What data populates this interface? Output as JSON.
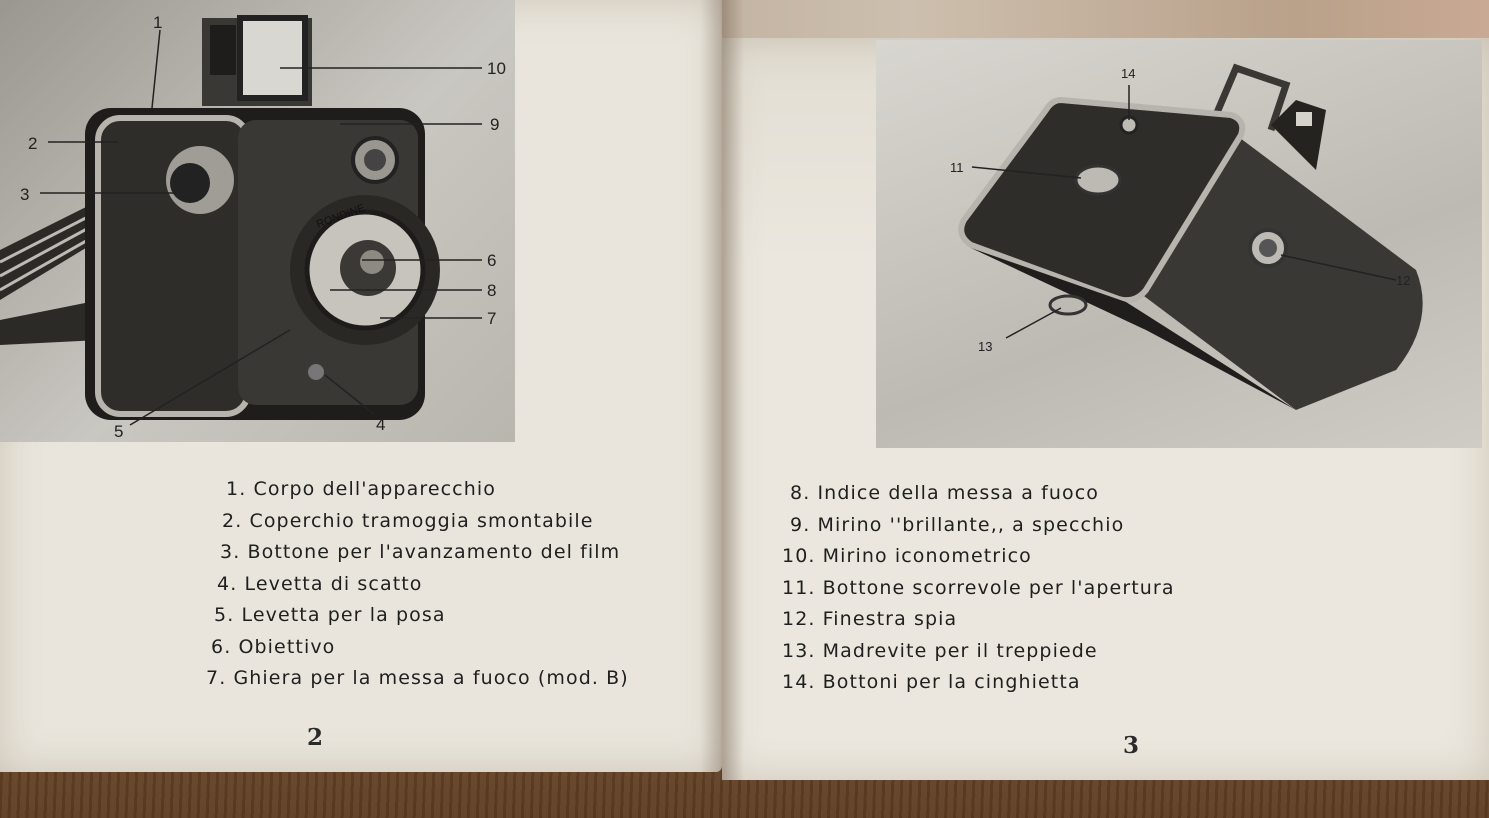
{
  "left_page": {
    "figure_callouts": [
      "1",
      "2",
      "3",
      "10",
      "9",
      "6",
      "8",
      "7",
      "5",
      "4"
    ],
    "lens_brand": "RONDINE",
    "legend": [
      "1. Corpo dell'apparecchio",
      "2. Coperchio tramoggia smontabile",
      "3. Bottone per l'avanzamento del film",
      "4. Levetta di scatto",
      "5. Levetta per la posa",
      "6. Obiettivo",
      "7. Ghiera per la messa a fuoco (mod. B)"
    ],
    "page_number": "2"
  },
  "right_page": {
    "figure_callouts": [
      "14",
      "11",
      "12",
      "13"
    ],
    "legend": [
      "8. Indice della messa a fuoco",
      "9. Mirino ''brillante,, a specchio",
      "10. Mirino iconometrico",
      "11. Bottone scorrevole per l'apertura",
      "12. Finestra spia",
      "13. Madrevite per il treppiede",
      "14. Bottoni per la cinghietta"
    ],
    "page_number": "3"
  },
  "colors": {
    "paper": "#e9e5dc",
    "ink": "#1f1f1f",
    "wood": "#7a5636"
  }
}
